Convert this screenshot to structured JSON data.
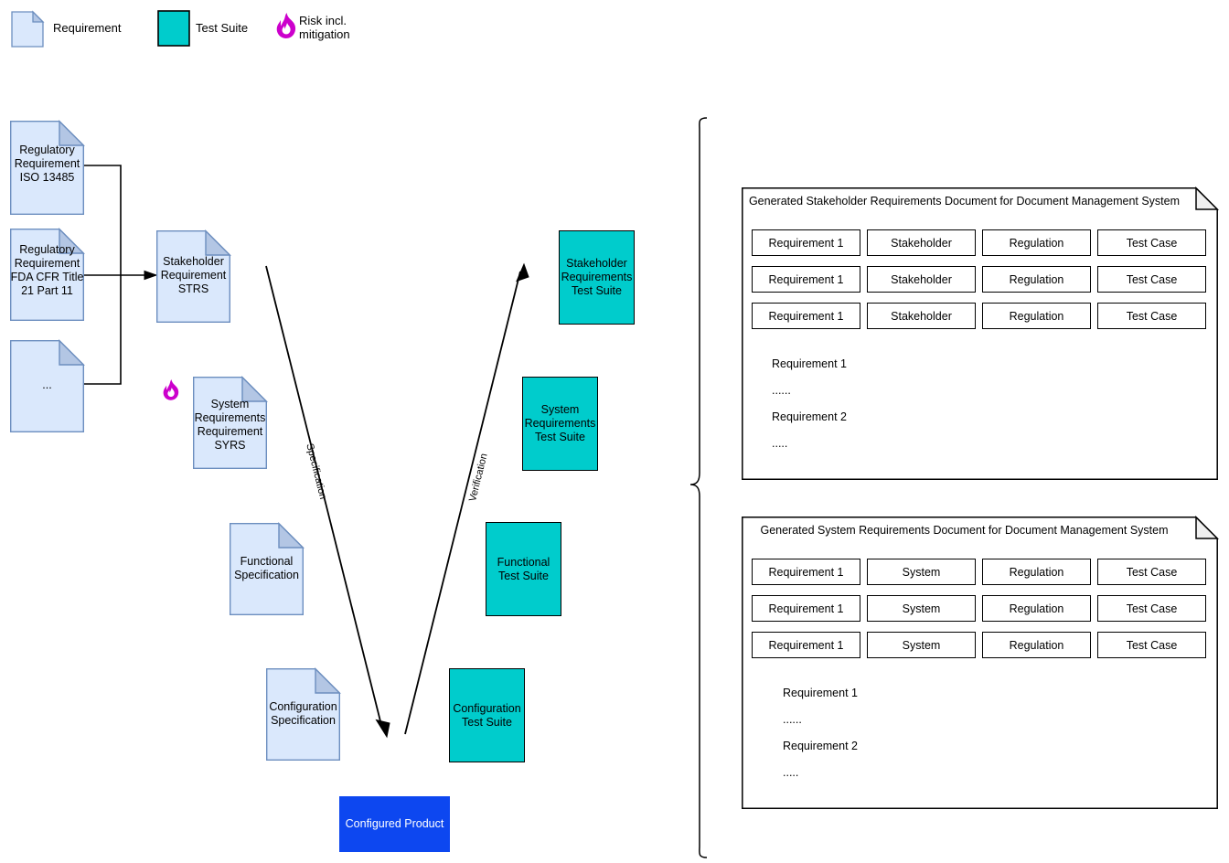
{
  "legend": {
    "items": [
      {
        "icon": "document-icon",
        "label": "Requirement"
      },
      {
        "icon": "square-icon",
        "label": "Test Suite"
      },
      {
        "icon": "flame-icon",
        "label": "Risk incl.\nmitigation"
      }
    ]
  },
  "colors": {
    "requirement_fill": "#DAE8FC",
    "requirement_stroke": "#6C8EBF",
    "requirement_fold": "#B3C6E4",
    "testsuite_fill": "#00CCCC",
    "testsuite_stroke": "#000000",
    "product_fill": "#0D47F0",
    "product_text": "#FFFFFF",
    "risk_flame": "#CC00CC",
    "edge_stroke": "#000000"
  },
  "vmodel": {
    "requirements": [
      {
        "name": "regulatory-iso",
        "label": "Regulatory\nRequirement\nISO 13485"
      },
      {
        "name": "regulatory-fda",
        "label": "Regulatory\nRequirement\nFDA CFR Title\n21 Part 11"
      },
      {
        "name": "regulatory-more",
        "label": "..."
      },
      {
        "name": "stakeholder-requirement",
        "label": "Stakeholder\nRequirement\nSTRS"
      },
      {
        "name": "system-requirement",
        "label": "System\nRequirements\nRequirement\nSYRS"
      },
      {
        "name": "functional-specification",
        "label": "Functional\nSpecification"
      },
      {
        "name": "configuration-specification",
        "label": "Configuration\nSpecification"
      }
    ],
    "test_suites": [
      {
        "name": "stakeholder-test-suite",
        "label": "Stakeholder\nRequirements\nTest Suite"
      },
      {
        "name": "system-test-suite",
        "label": "System\nRequirements\nTest Suite"
      },
      {
        "name": "functional-test-suite",
        "label": "Functional\nTest Suite"
      },
      {
        "name": "configuration-test-suite",
        "label": "Configuration\nTest Suite"
      }
    ],
    "product": {
      "label": "Configured Product"
    },
    "edges": [
      {
        "name": "specification-edge",
        "label": "Specification"
      },
      {
        "name": "verification-edge",
        "label": "Verification"
      }
    ]
  },
  "generated_documents": [
    {
      "name": "stakeholder-requirements-document",
      "title": "Generated Stakeholder Requirements Document for Document Management System",
      "rows": [
        [
          "Requirement 1",
          "Stakeholder",
          "Regulation",
          "Test Case"
        ],
        [
          "Requirement 1",
          "Stakeholder",
          "Regulation",
          "Test Case"
        ],
        [
          "Requirement 1",
          "Stakeholder",
          "Regulation",
          "Test Case"
        ]
      ],
      "body": [
        "Requirement 1",
        "......",
        "Requirement 2",
        "....."
      ]
    },
    {
      "name": "system-requirements-document",
      "title": "Generated System Requirements Document for Document Management System",
      "rows": [
        [
          "Requirement 1",
          "System",
          "Regulation",
          "Test Case"
        ],
        [
          "Requirement 1",
          "System",
          "Regulation",
          "Test Case"
        ],
        [
          "Requirement 1",
          "System",
          "Regulation",
          "Test Case"
        ]
      ],
      "body": [
        "Requirement 1",
        "......",
        "Requirement 2",
        "....."
      ]
    }
  ]
}
